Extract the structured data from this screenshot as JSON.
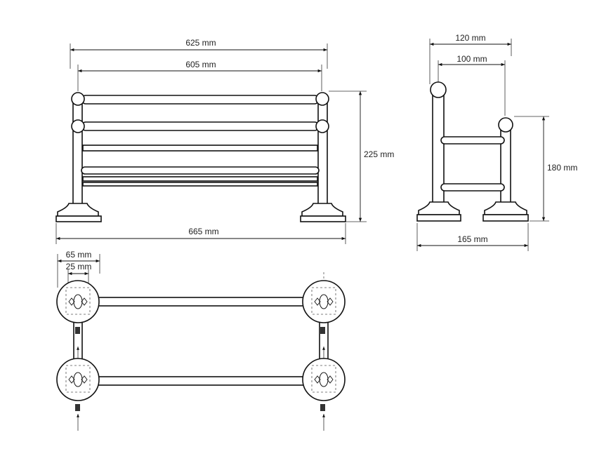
{
  "front_view": {
    "dims": {
      "width_625": "625 mm",
      "width_605": "605 mm",
      "height_225": "225 mm",
      "base_665": "665 mm"
    }
  },
  "side_view": {
    "dims": {
      "depth_120": "120 mm",
      "depth_100": "100 mm",
      "height_180": "180 mm",
      "base_165": "165 mm"
    }
  },
  "top_view": {
    "dims": {
      "base_65": "65 mm",
      "hole_25": "25 mm"
    }
  }
}
